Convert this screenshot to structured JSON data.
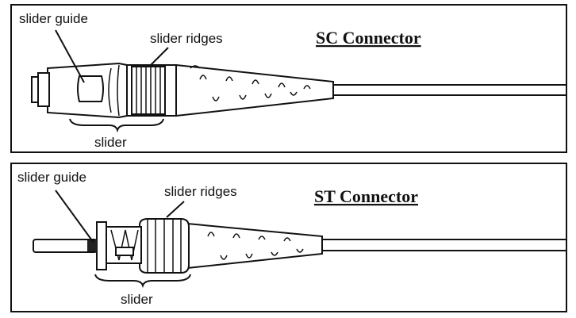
{
  "panels": [
    {
      "title": "SC Connector",
      "label_guide": "slider guide",
      "label_ridges": "slider ridges",
      "label_slider": "slider"
    },
    {
      "title": "ST Connector",
      "label_guide": "slider guide",
      "label_ridges": "slider ridges",
      "label_slider": "slider"
    }
  ]
}
